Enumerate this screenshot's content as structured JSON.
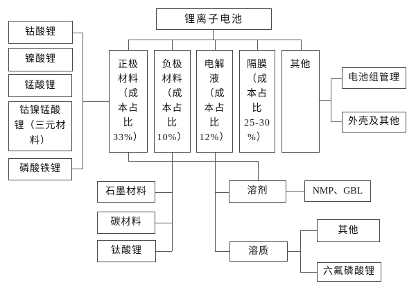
{
  "title": {
    "label": "锂离子电池"
  },
  "components": {
    "cathode": {
      "lines": [
        "正极",
        "材料",
        "（成",
        "本占",
        "比",
        "33%）"
      ]
    },
    "anode": {
      "lines": [
        "负极",
        "材料",
        "（成",
        "本占",
        "比",
        "10%）"
      ]
    },
    "electrolyte": {
      "lines": [
        "电解",
        "液",
        "（成",
        "本占",
        "比",
        "12%）"
      ]
    },
    "separator": {
      "lines": [
        "隔膜",
        "（成",
        "本占",
        "比",
        "25-30",
        "%）"
      ]
    },
    "other": {
      "label": "其他"
    }
  },
  "cathode_materials": {
    "lithium_cobalt_oxide": "钴酸锂",
    "lithium_nickel_oxide": "镍酸锂",
    "lithium_manganese_oxide": "锰酸锂",
    "ternary": {
      "lines": [
        "钴镍锰酸",
        "锂（三元材",
        "料）"
      ]
    },
    "lithium_iron_phosphate": "磷酸铁锂"
  },
  "anode_materials": {
    "graphite": "石墨材料",
    "carbon": "碳材料",
    "lithium_titanate": "钛酸锂"
  },
  "electrolyte_parts": {
    "solvent": "溶剂",
    "solvent_examples": "NMP、GBL",
    "solute": "溶质",
    "solute_other": "其他",
    "lithium_hexafluorophosphate": "六氟磷酸锂"
  },
  "other_parts": {
    "battery_pack_management": "电池组管理",
    "casing_and_other": "外壳及其他"
  },
  "colors": {
    "background": "#ffffff",
    "box_border": "#4a4a4a",
    "connector_line": "#5a5a5a",
    "text": "#111111"
  }
}
